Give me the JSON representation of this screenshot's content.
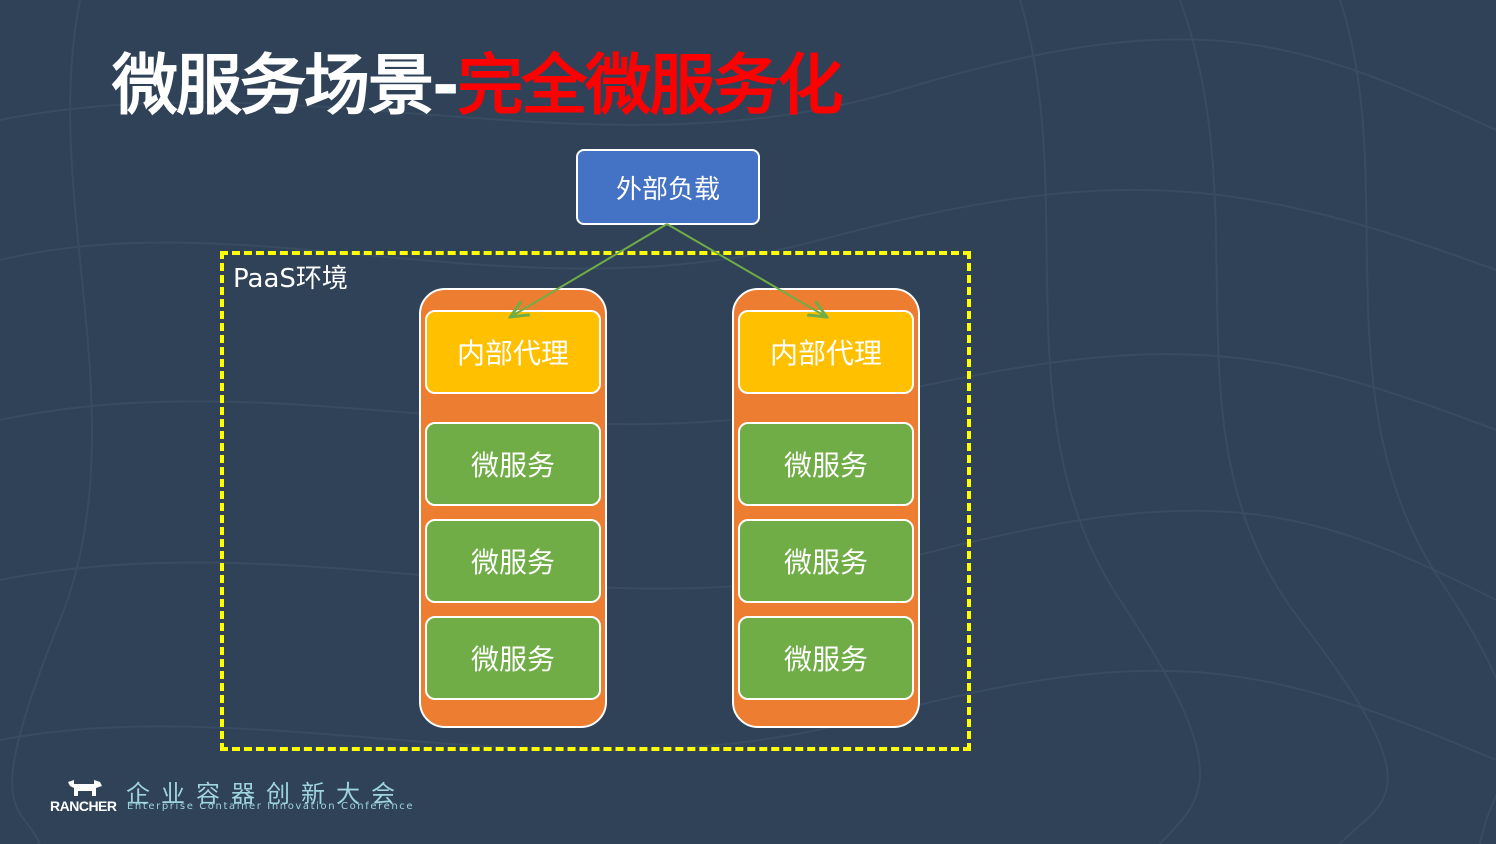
{
  "title": {
    "part1": "微服务场景-",
    "part2": "完全微服务化"
  },
  "diagram": {
    "external_lb": "外部负载",
    "paas_label": "PaaS环境",
    "columns": [
      {
        "proxy": "内部代理",
        "services": [
          "微服务",
          "微服务",
          "微服务"
        ]
      },
      {
        "proxy": "内部代理",
        "services": [
          "微服务",
          "微服务",
          "微服务"
        ]
      }
    ]
  },
  "footer": {
    "logo_text": "RANCHER",
    "conference_cn": "企业容器创新大会",
    "conference_en": "Enterprise Container Innovation Conference"
  },
  "colors": {
    "background": "#2f4257",
    "external_box": "#4472c4",
    "column": "#ed7d31",
    "proxy": "#ffc000",
    "service": "#70ad47",
    "dashed_frame": "#ffff00",
    "arrow": "#70ad47",
    "title_highlight": "#ff0000"
  },
  "icons": {
    "logo": "rancher-bull-icon"
  }
}
